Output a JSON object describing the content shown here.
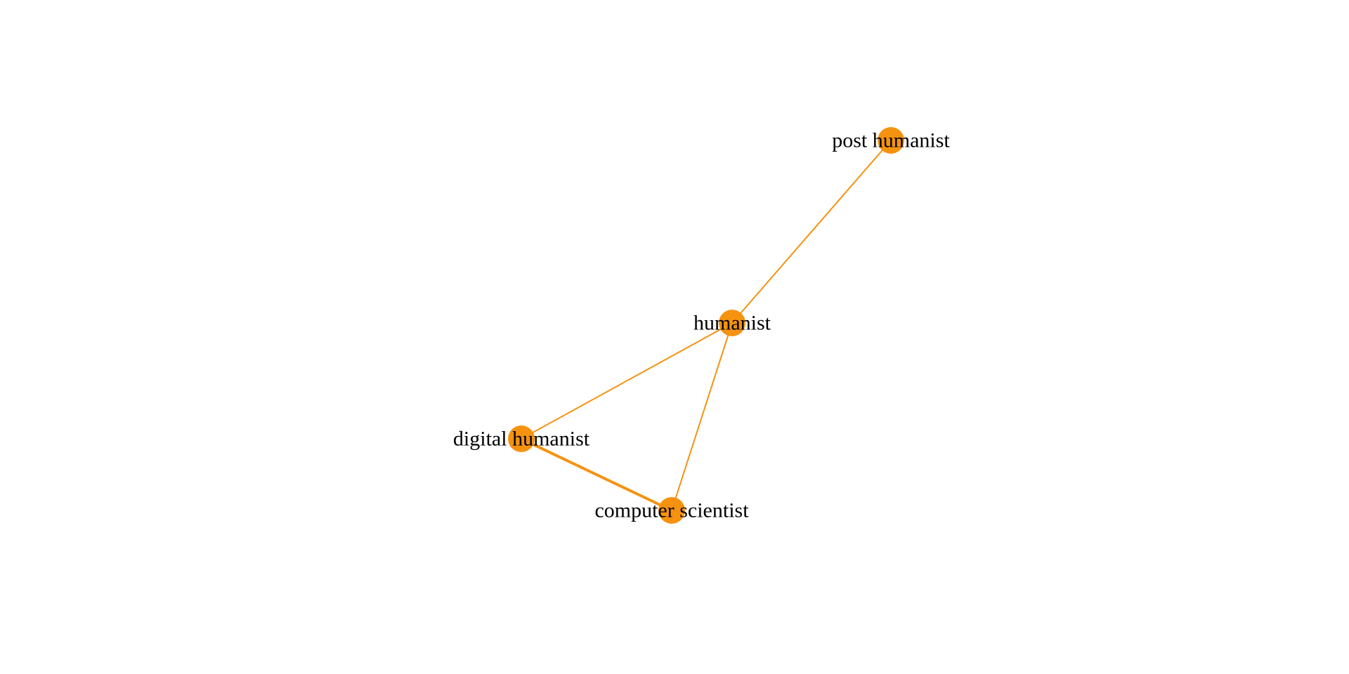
{
  "colors": {
    "background": "#ffffff",
    "node": "#F59210",
    "edge": "#F59210",
    "label": "#000000"
  },
  "nodes": [
    {
      "id": "post_humanist",
      "label": "post humanist"
    },
    {
      "id": "humanist",
      "label": "humanist"
    },
    {
      "id": "digital_humanist",
      "label": "digital humanist"
    },
    {
      "id": "computer_scientist",
      "label": "computer scientist"
    }
  ],
  "edges": [
    {
      "source": "humanist",
      "target": "post_humanist",
      "weight": 1
    },
    {
      "source": "humanist",
      "target": "digital_humanist",
      "weight": 1
    },
    {
      "source": "humanist",
      "target": "computer_scientist",
      "weight": 1
    },
    {
      "source": "digital_humanist",
      "target": "computer_scientist",
      "weight": 2
    }
  ]
}
